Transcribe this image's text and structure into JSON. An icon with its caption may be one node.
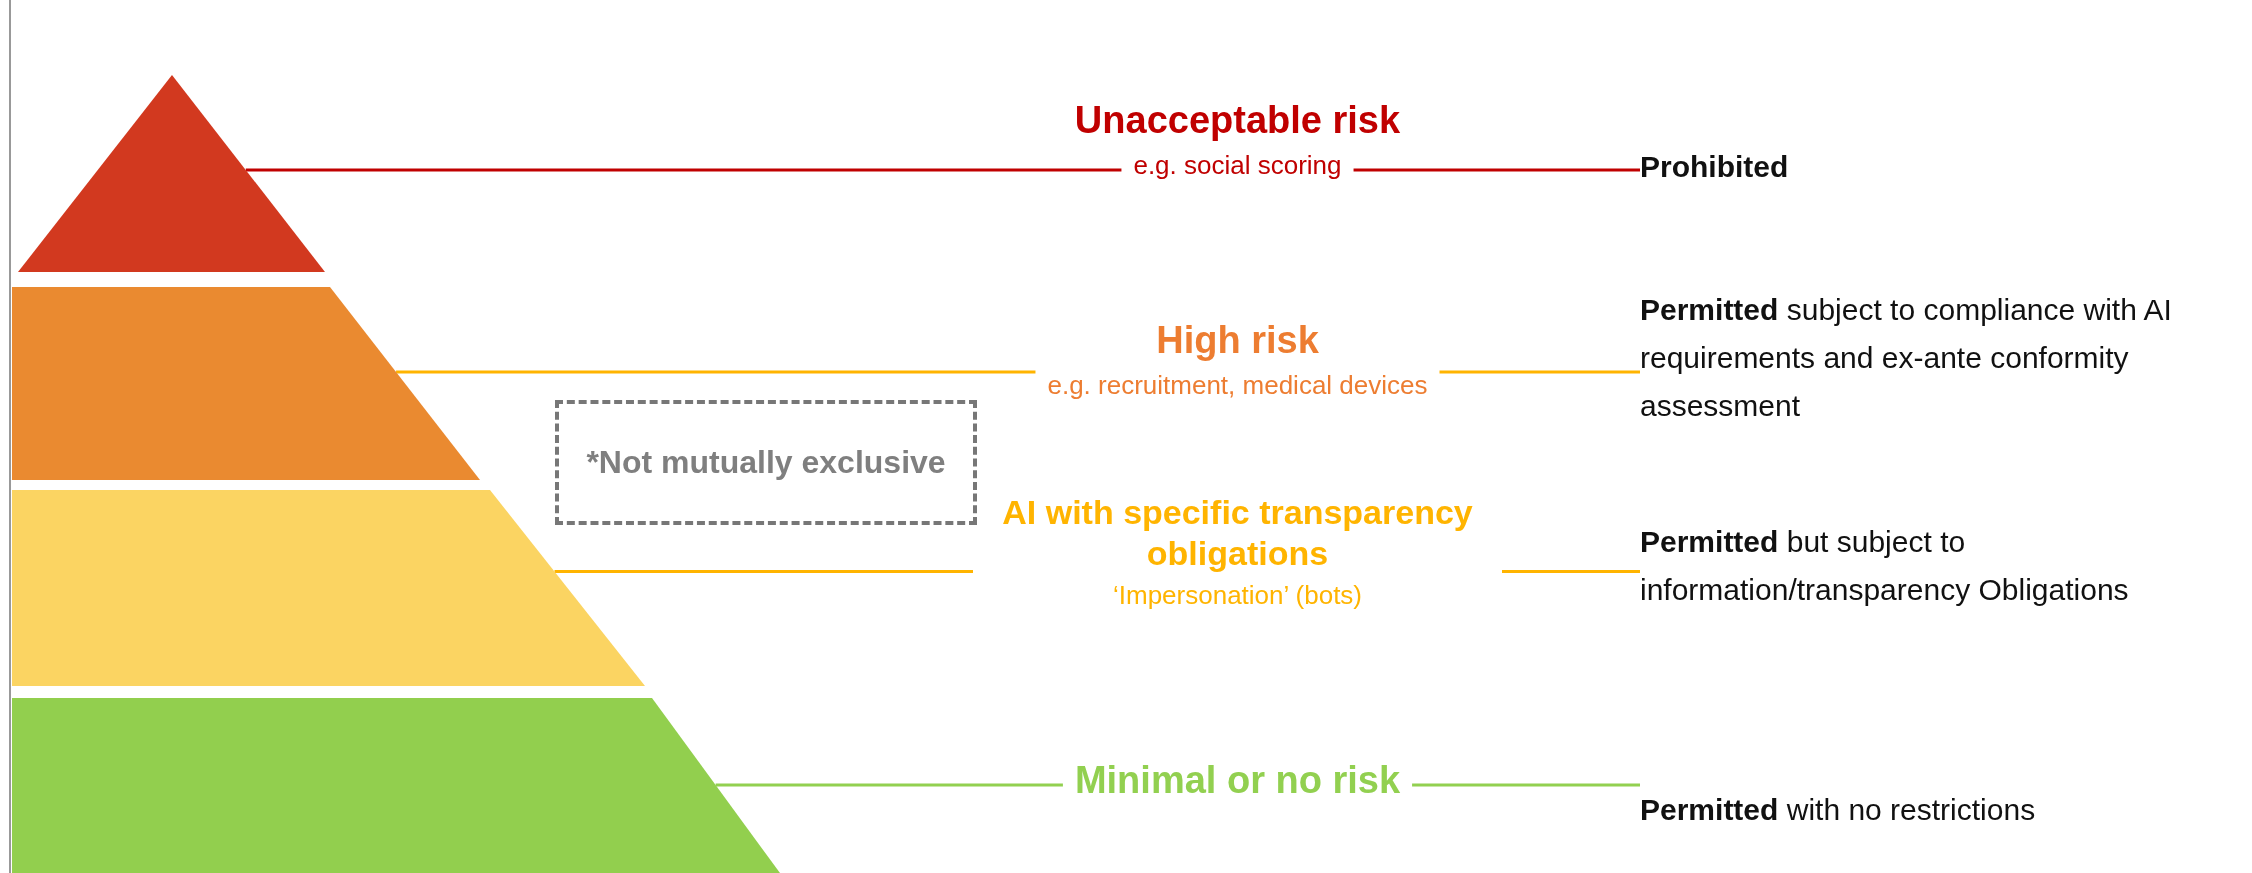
{
  "diagram": {
    "nodes": [
      {
        "text": [],
        "shape": "triangle"
      },
      {
        "text": [],
        "shape": "trapezoid"
      },
      {
        "text": [],
        "shape": "trapezoid"
      },
      {
        "text": [],
        "shape": "trapezoid"
      },
      {
        "text": [
          "Unacceptable risk",
          "e.g. social scoring"
        ]
      },
      {
        "text": [
          "High risk",
          "e.g. recruitment, medical devices"
        ]
      },
      {
        "text": [
          "AI with specific transparency obligations",
          "‘Impersonation’ (bots)"
        ]
      },
      {
        "text": [
          "Minimal or no risk"
        ]
      },
      {
        "text": [
          "*Not mutually exclusive"
        ]
      },
      {
        "text": [
          "Prohibited"
        ]
      },
      {
        "text": [
          "**Permitted** subject to compliance with AI requirements and ex-ante conformity assessment"
        ]
      },
      {
        "text": [
          "**Permitted** but subject to information/transparency Obligations"
        ]
      },
      {
        "text": [
          "**Permitted** with no restrictions"
        ]
      }
    ],
    "edges": [
      {
        "from": 0,
        "to": 4,
        "arrow": "none",
        "color": "#c00000"
      },
      {
        "from": 4,
        "to": 9,
        "arrow": "none",
        "color": "#c00000"
      },
      {
        "from": 1,
        "to": 5,
        "arrow": "none"
      },
      {
        "from": 5,
        "to": 10,
        "arrow": "none"
      },
      {
        "from": 2,
        "to": 6,
        "arrow": "none"
      },
      {
        "from": 6,
        "to": 11,
        "arrow": "none"
      },
      {
        "from": 3,
        "to": 7,
        "arrow": "none",
        "color": "#92d050"
      },
      {
        "from": 7,
        "to": 12,
        "arrow": "none",
        "color": "#92d050"
      }
    ]
  }
}
